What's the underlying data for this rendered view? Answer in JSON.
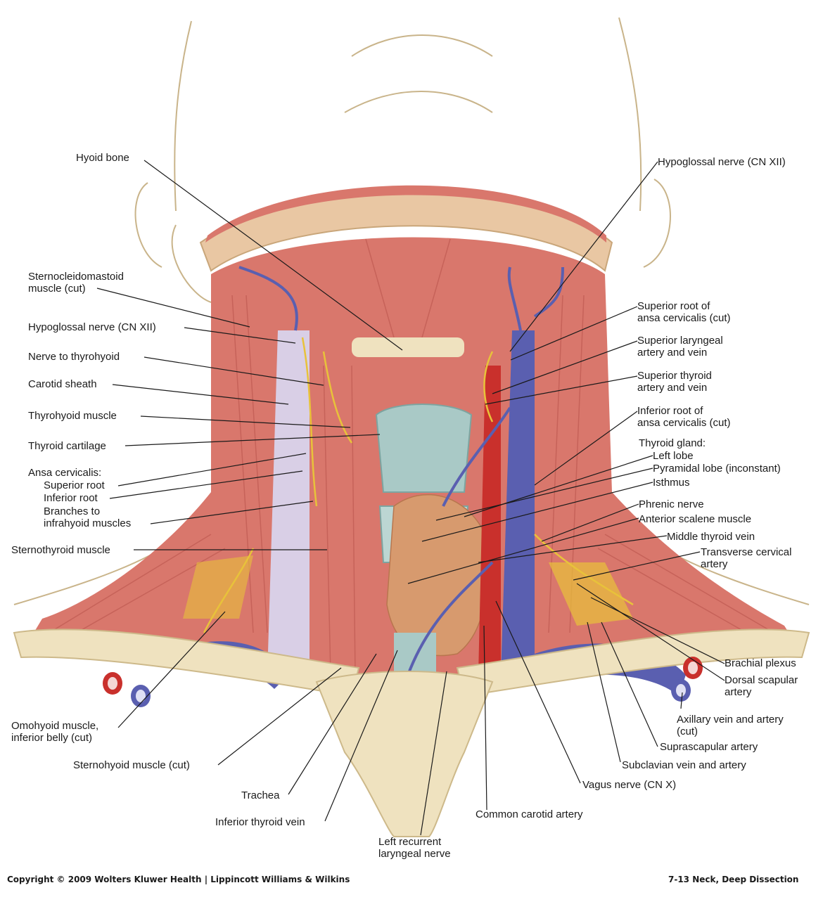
{
  "labels": {
    "hyoid_bone": "Hyoid bone",
    "scm": "Sternocleidomastoid\nmuscle (cut)",
    "hypoglossal_left": "Hypoglossal nerve (CN XII)",
    "nerve_thyrohyoid": "Nerve to thyrohyoid",
    "carotid_sheath": "Carotid sheath",
    "thyrohyoid_muscle": "Thyrohyoid muscle",
    "thyroid_cartilage": "Thyroid cartilage",
    "ansa_header": "Ansa cervicalis:",
    "ansa_superior": "Superior root",
    "ansa_inferior": "Inferior root",
    "ansa_branches": "Branches to\ninfrahyoid muscles",
    "sternothyroid": "Sternothyroid muscle",
    "omohyoid": "Omohyoid muscle,\ninferior belly (cut)",
    "sternohyoid": "Sternohyoid muscle (cut)",
    "trachea": "Trachea",
    "inferior_thyroid_vein": "Inferior thyroid vein",
    "left_recurrent": "Left recurrent\nlaryngeal nerve",
    "common_carotid": "Common carotid artery",
    "vagus": "Vagus nerve (CN X)",
    "subclavian": "Subclavian vein and artery",
    "suprascapular": "Suprascapular artery",
    "axillary": "Axillary vein and artery\n(cut)",
    "dorsal_scapular": "Dorsal scapular\nartery",
    "brachial_plexus": "Brachial plexus",
    "transverse_cervical": "Transverse cervical\nartery",
    "middle_thyroid_vein": "Middle thyroid vein",
    "anterior_scalene": "Anterior scalene muscle",
    "phrenic": "Phrenic nerve",
    "thyroid_gland": "Thyroid gland:",
    "left_lobe": "Left lobe",
    "pyramidal_lobe": "Pyramidal lobe (inconstant)",
    "isthmus": "Isthmus",
    "inferior_root_ansa": "Inferior root of\nansa cervicalis (cut)",
    "superior_thyroid": "Superior thyroid\nartery and vein",
    "superior_laryngeal": "Superior laryngeal\nartery and vein",
    "superior_root_ansa": "Superior root of\nansa cervicalis (cut)",
    "hypoglossal_right": "Hypoglossal nerve (CN XII)"
  },
  "footer": {
    "copyright": "Copyright © 2009 Wolters Kluwer Health | Lippincott Williams & Wilkins",
    "figure": "7-13 Neck, Deep Dissection"
  },
  "colors": {
    "muscle": "#d9776c",
    "muscle_dark": "#b8524a",
    "vein": "#5a5fb0",
    "artery": "#c9302c",
    "nerve": "#e8c23a",
    "bone": "#efe2bf",
    "cartilage": "#a9c9c6",
    "sheath": "#d9cfe6",
    "skin_line": "#c9b48a",
    "gland": "#d79a6e"
  }
}
